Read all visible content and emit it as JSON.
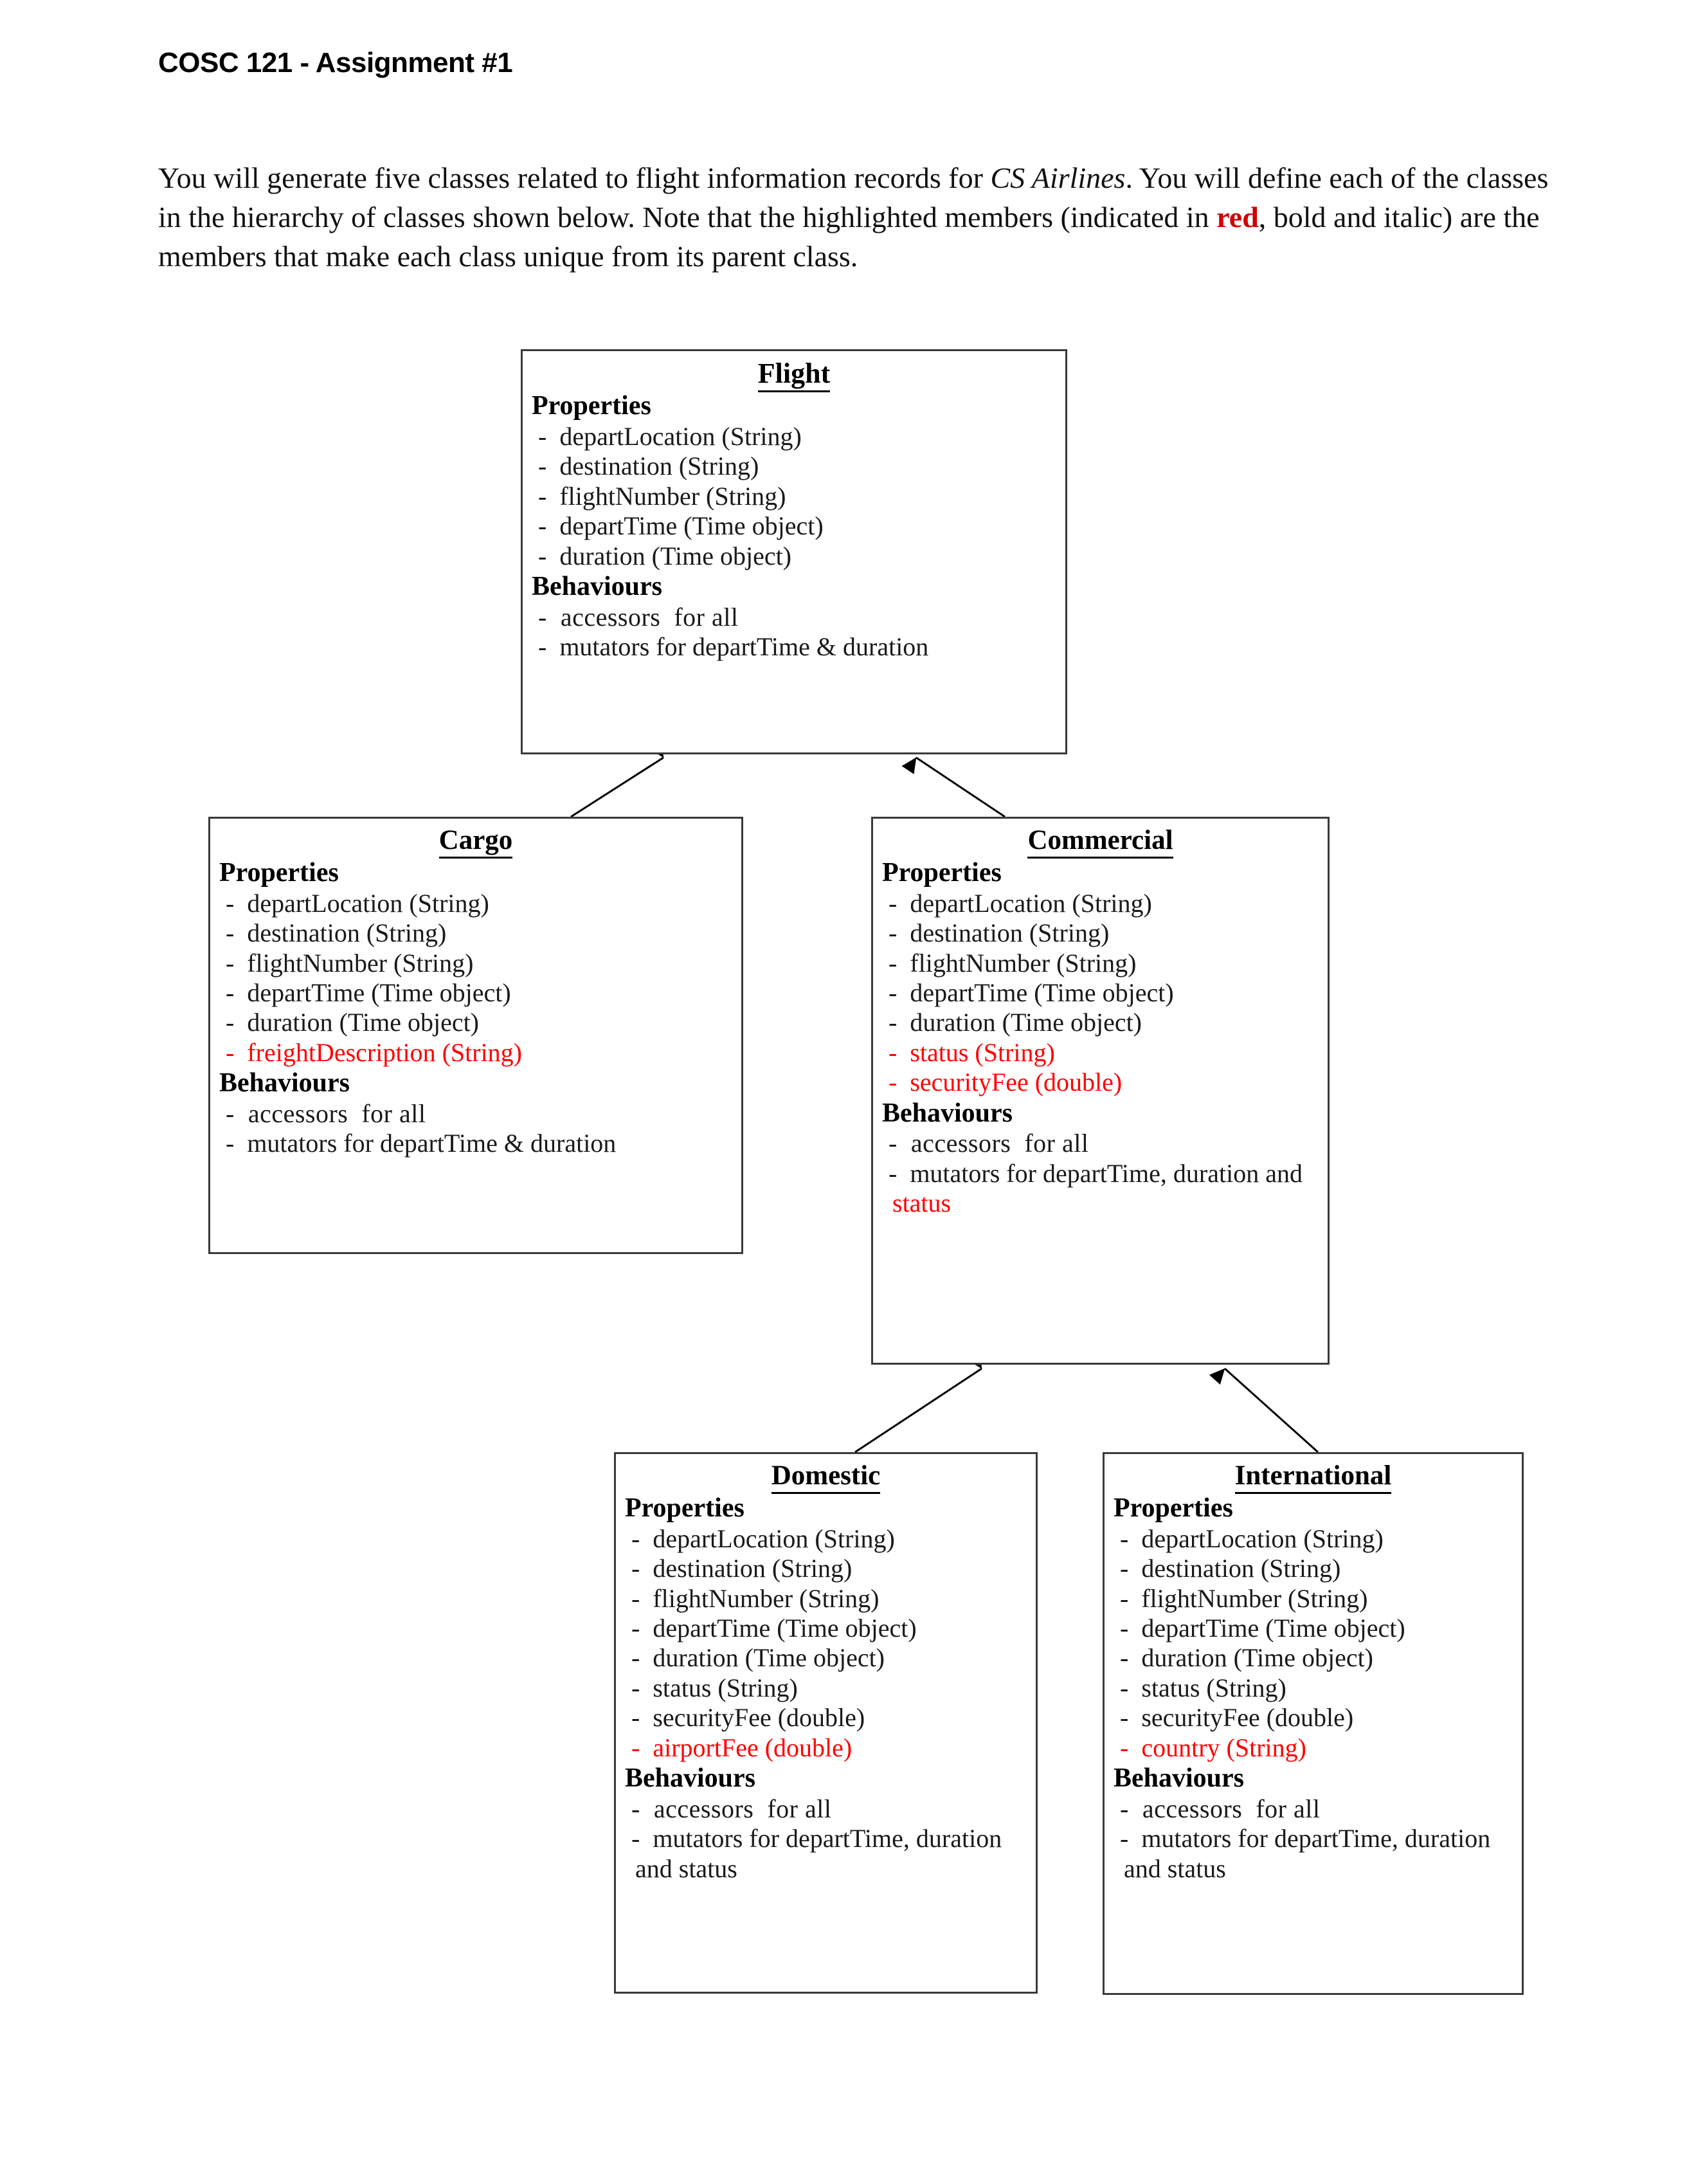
{
  "document": {
    "title": "COSC 121 - Assignment #1",
    "intro": {
      "part1": "You will generate five classes related to flight information records for ",
      "italic1": "CS Airlines",
      "part2": ". You will define each of the classes in the hierarchy of classes shown below. Note that the highlighted members (indicated in ",
      "red_word": "red",
      "part3": ", bold and italic) are the members that make each class unique from its parent class."
    }
  },
  "diagram": {
    "section_labels": {
      "properties": "Properties",
      "behaviours": "Behaviours"
    },
    "colors": {
      "highlight_red": "#ff0000",
      "border": "#3a3a3a",
      "text": "#1a1a1a"
    },
    "classes": {
      "flight": {
        "name": "Flight",
        "properties": [
          "-  departLocation (String)",
          "-  destination (String)",
          "-  flightNumber (String)",
          "-  departTime (Time object)",
          "-  duration (Time object)"
        ],
        "properties_highlighted": [],
        "behaviours": [
          "-  accessors  for all",
          "-  mutators for departTime & duration"
        ],
        "behaviours_highlight_words": []
      },
      "cargo": {
        "name": "Cargo",
        "properties": [
          "-  departLocation (String)",
          "-  destination (String)",
          "-  flightNumber (String)",
          "-  departTime (Time object)",
          "-  duration (Time object)"
        ],
        "properties_highlighted": [
          "-  freightDescription (String)"
        ],
        "behaviours": [
          "-  accessors  for all",
          "-  mutators for departTime & duration"
        ],
        "behaviours_highlight_words": []
      },
      "commercial": {
        "name": "Commercial",
        "properties": [
          "-  departLocation (String)",
          "-  destination (String)",
          "-  flightNumber (String)",
          "-  departTime (Time object)",
          "-  duration (Time object)"
        ],
        "properties_highlighted": [
          "-  status (String)",
          "-  securityFee (double)"
        ],
        "behaviours": [
          "-  accessors  for all"
        ],
        "behaviours_mixed": {
          "prefix": "-  mutators for departTime, duration and ",
          "red_suffix": "status"
        }
      },
      "domestic": {
        "name": "Domestic",
        "properties": [
          "-  departLocation (String)",
          "-  destination (String)",
          "-  flightNumber (String)",
          "-  departTime (Time object)",
          "-  duration (Time object)",
          "-  status (String)",
          "-  securityFee (double)"
        ],
        "properties_highlighted": [
          "-  airportFee (double)"
        ],
        "behaviours": [
          "-  accessors  for all",
          "-  mutators for departTime, duration and status"
        ],
        "behaviours_highlight_words": []
      },
      "international": {
        "name": "International",
        "properties": [
          "-  departLocation (String)",
          "-  destination (String)",
          "-  flightNumber (String)",
          "-  departTime (Time object)",
          "-  duration (Time object)",
          "-  status (String)",
          "-  securityFee (double)"
        ],
        "properties_highlighted": [
          "-  country (String)"
        ],
        "behaviours": [
          "-  accessors  for all",
          "-  mutators for departTime, duration and status"
        ],
        "behaviours_highlight_words": []
      }
    },
    "inheritance_edges": [
      {
        "from": "Cargo",
        "to": "Flight"
      },
      {
        "from": "Commercial",
        "to": "Flight"
      },
      {
        "from": "Domestic",
        "to": "Commercial"
      },
      {
        "from": "International",
        "to": "Commercial"
      }
    ]
  }
}
